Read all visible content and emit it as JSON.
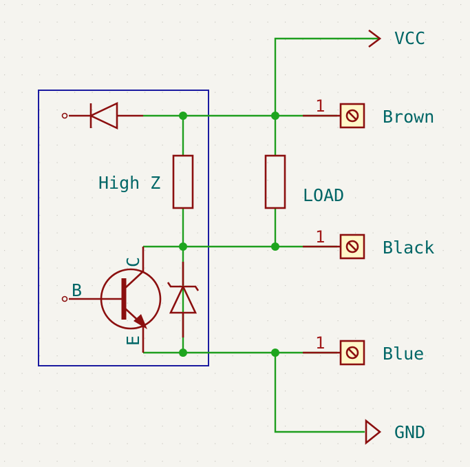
{
  "colors": {
    "background": "#f5f4ef",
    "grid_dot": "#c9c7c0",
    "wire": "#1e9e1e",
    "component": "#8b0f0f",
    "terminal_fill": "#fff7c8",
    "label_text": "#006666",
    "box_outline": "#1a1aa0"
  },
  "labels": {
    "vcc": "VCC",
    "gnd": "GND",
    "high_z": "High Z",
    "load": "LOAD",
    "base": "B",
    "collector": "C",
    "emitter": "E"
  },
  "terminals": [
    {
      "name": "Brown",
      "pin": "1"
    },
    {
      "name": "Black",
      "pin": "1"
    },
    {
      "name": "Blue",
      "pin": "1"
    }
  ],
  "icons": {
    "connector": "screw-terminal-icon",
    "ground": "ground-arrow-icon",
    "power": "power-arrow-icon"
  }
}
